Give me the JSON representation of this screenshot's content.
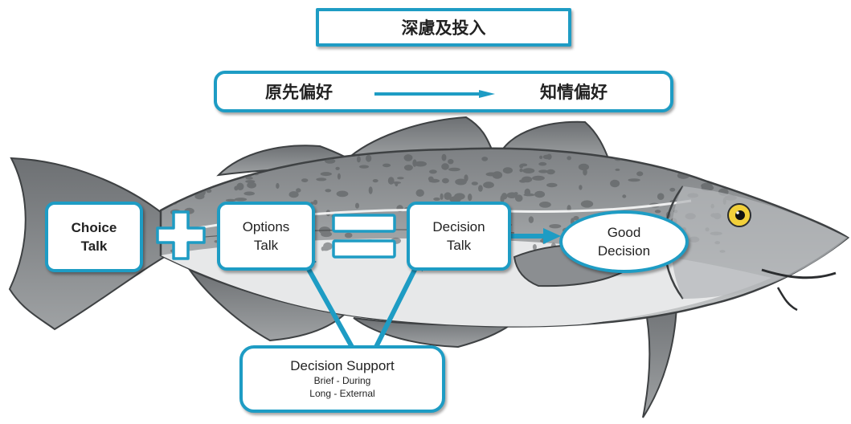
{
  "title": "深慮及投入",
  "preference": {
    "from": "原先偏好",
    "to": "知情偏好"
  },
  "boxes": {
    "choice_talk": [
      "Choice",
      "Talk"
    ],
    "options_talk": [
      "Options",
      "Talk"
    ],
    "decision_talk": [
      "Decision",
      "Talk"
    ],
    "good_decision": [
      "Good",
      "Decision"
    ]
  },
  "decision_support": {
    "title": "Decision Support",
    "line1": "Brief - During",
    "line2": "Long - External"
  },
  "colors": {
    "accent": "#1e9cc4",
    "fish_body": "#9a9c9e",
    "fish_spots": "#55585a",
    "fish_belly": "#e7e8e9"
  }
}
